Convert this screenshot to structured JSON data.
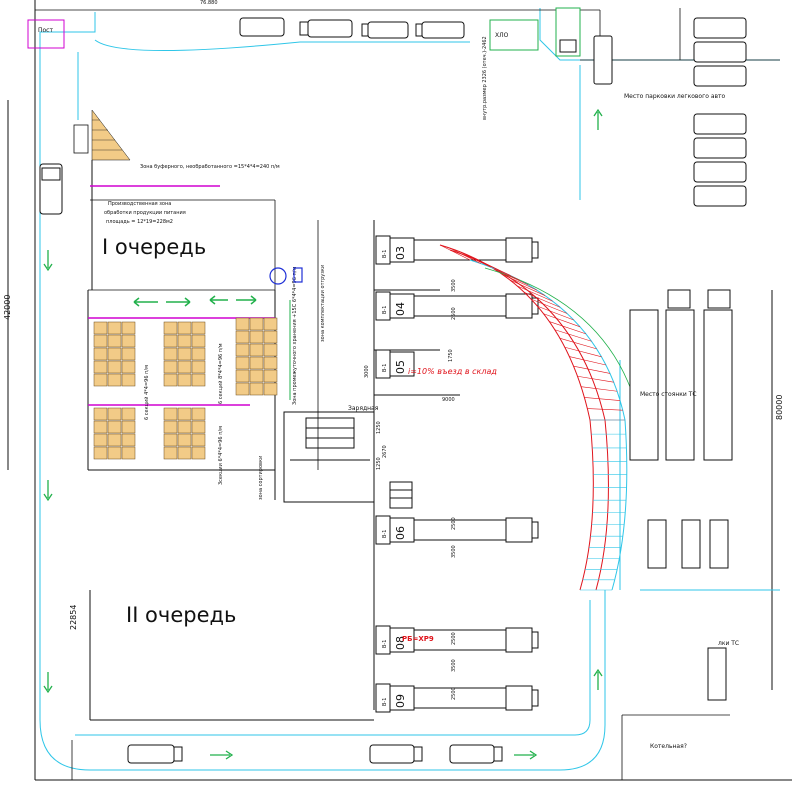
{
  "colors": {
    "outline": "#111111",
    "road": "#2fc6e8",
    "green": "#22b14c",
    "magenta": "#d000d0",
    "blue": "#1e2fd6",
    "red": "#e0141c",
    "rack": "#f2cb87",
    "orange": "#e39a2b"
  },
  "top_dim": "76.880",
  "labels": {
    "post": "Пост",
    "xlo": "ХЛО",
    "internal_size": "внутр.размер 2326 (отеч.)-2462",
    "parking_light": "Место парковки легкового авто",
    "buffer_zone": "Зона буферного, необработанного =15*4*4=240 п/м",
    "production_zone_l1": "Производственная зона",
    "production_zone_l2": "обработки продукции питания",
    "production_zone_l3": "площадь = 12*19=228м2",
    "queue_1": "I очередь",
    "queue_2": "II очередь",
    "complect_zone": "зона комплектации отгрузки",
    "rack_block_a": "6 секций 4*4=96 п/м",
    "rack_block_b": "6 секций 8*4*4=96 п/м",
    "rack_block_c": "3секции 6*4*4=96 п/м",
    "zone_return": "Зона промежуточного хранения +15С 6*4*4=96 п/м",
    "warehouse_zone": "Зарядная",
    "zone_sort": "зона сортировки",
    "ramp": "i=10% въезд в склад",
    "truck_stand": "Место стоянки ТС",
    "truck_stand2": "лки ТС",
    "boiler": "Котельная?",
    "dim_42000": "42000",
    "dim_80000": "80000",
    "dim_22854": "22854",
    "dim_3500a": "3500",
    "dim_2500a": "2500",
    "dim_1750": "1750",
    "dim_3000": "3000",
    "dim_9000": "9000",
    "dim_1250": "1250",
    "dim_2670": "2670",
    "dim_1250b": "1250",
    "dim_2500b": "2500",
    "dim_3500b": "3500",
    "dim_2500c": "2500",
    "dim_3500c": "3500",
    "dim_2500d": "2500",
    "red_tag": "РБ=ХР9"
  },
  "gates": [
    {
      "code": "В-1",
      "num": "03"
    },
    {
      "code": "В-1",
      "num": "04"
    },
    {
      "code": "В-1",
      "num": "05"
    },
    {
      "code": "В-1",
      "num": "06"
    },
    {
      "code": "В-1",
      "num": "08"
    },
    {
      "code": "В-1",
      "num": "09"
    }
  ],
  "icons": {
    "truck": "truck-icon",
    "car": "car-icon",
    "arrow": "arrow-icon"
  }
}
